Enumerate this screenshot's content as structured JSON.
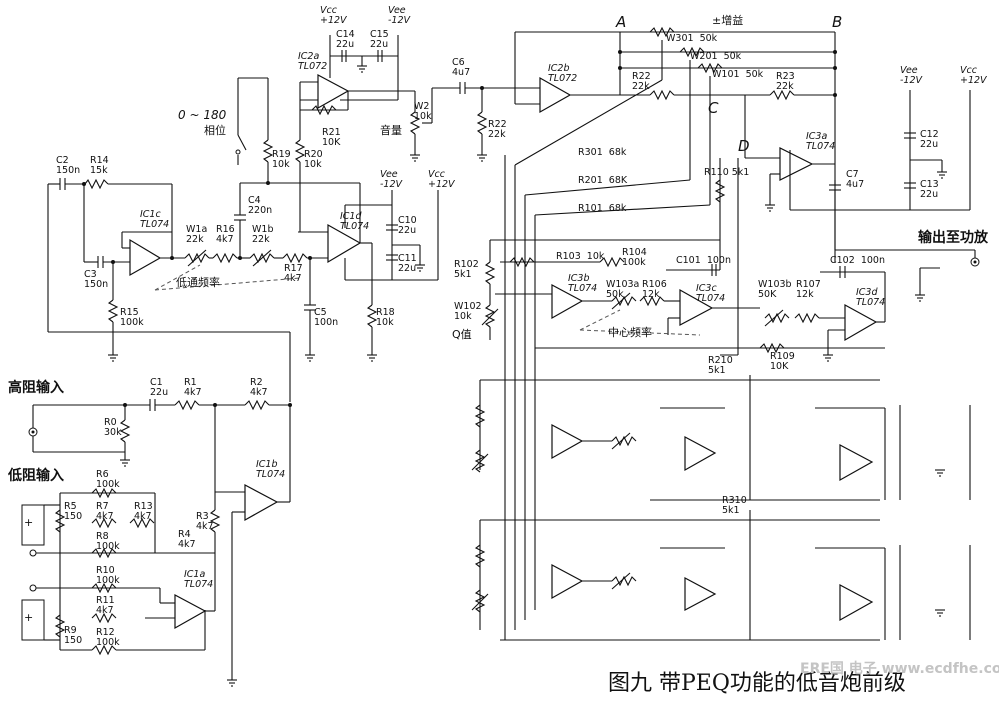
{
  "caption": "图九 带PEQ功能的低音炮前级",
  "watermark": "ERE国 电子 www.ecdfhe.com",
  "inputs": {
    "high_z": "高阻输入",
    "low_z": "低阻输入",
    "output": "输出至功放",
    "phase_range": "0 ~ 180",
    "phase": "相位",
    "volume": "音量"
  },
  "section_labels": {
    "lowpass_freq": "低通频率",
    "center_freq": "中心频率",
    "q_value": "Q值",
    "gain": "±增益",
    "node_a": "A",
    "node_b": "B",
    "node_c": "C",
    "node_d": "D"
  },
  "opamps": [
    {
      "ref": "IC1a",
      "type": "TL074"
    },
    {
      "ref": "IC1b",
      "type": "TL074"
    },
    {
      "ref": "IC1c",
      "type": "TL074"
    },
    {
      "ref": "IC1d",
      "type": "TL074"
    },
    {
      "ref": "IC2a",
      "type": "TL072"
    },
    {
      "ref": "IC2b",
      "type": "TL072"
    },
    {
      "ref": "IC3a",
      "type": "TL074"
    },
    {
      "ref": "IC3b",
      "type": "TL074"
    },
    {
      "ref": "IC3c",
      "type": "TL074"
    },
    {
      "ref": "IC3d",
      "type": "TL074"
    }
  ],
  "power": {
    "vcc": "Vcc",
    "vcc_v": "+12V",
    "vee": "Vee",
    "vee_v": "-12V"
  },
  "parts": {
    "C2": "150n",
    "R14": "15k",
    "C3": "150n",
    "R15": "100k",
    "W1a": "22k",
    "R16": "4k7",
    "W1b": "22k",
    "R17": "4k7",
    "C4": "220n",
    "C5": "100n",
    "R19": "10k",
    "R20": "10k",
    "R21": "10K",
    "R18": "10k",
    "C10": "22u",
    "C11": "22u",
    "C14": "22u",
    "C15": "22u",
    "W2": "10k",
    "C6": "4u7",
    "R22a": "22k",
    "C1": "22u",
    "R1": "4k7",
    "R2": "4k7",
    "R0": "30k",
    "R3": "4k7",
    "R4": "4k7",
    "R5": "150",
    "R6": "100k",
    "R7": "4k7",
    "R8": "100k",
    "R13": "4k7",
    "R9": "150",
    "R10": "100k",
    "R11": "4k7",
    "R12": "100k",
    "W301": "50k",
    "W201": "50k",
    "W101": "50k",
    "R22b": "22k",
    "R23": "22k",
    "R301": "68k",
    "R201": "68K",
    "R101": "68k",
    "R110": "5k1",
    "C12": "22u",
    "C13": "22u",
    "C7": "4u7",
    "R102": "5k1",
    "W102": "10k",
    "R103": "10k",
    "R104": "100k",
    "C101": "100n",
    "W103a": "50k",
    "R106": "12k",
    "W103b": "50K",
    "R107": "12k",
    "C102": "100n",
    "R109": "10K",
    "R210": "5k1",
    "R310": "5k1"
  }
}
